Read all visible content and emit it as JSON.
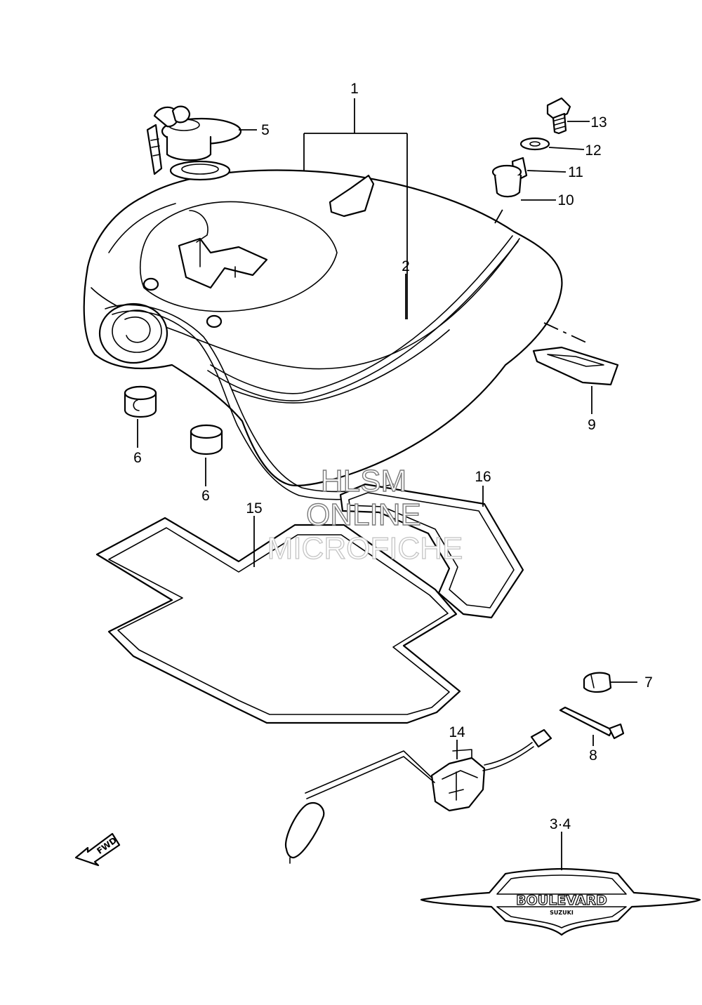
{
  "diagram": {
    "callouts": {
      "c1": "1",
      "c2": "2",
      "c34": "3·4",
      "c5": "5",
      "c6a": "6",
      "c6b": "6",
      "c7": "7",
      "c8": "8",
      "c9": "9",
      "c10": "10",
      "c11": "11",
      "c12": "12",
      "c13": "13",
      "c14": "14",
      "c15": "15",
      "c16": "16"
    },
    "watermark": {
      "line1": "HLSM",
      "line2": "ONLINE",
      "line3": "MICROFICHE"
    },
    "emblem": {
      "main": "BOULEVARD",
      "sub": "SUZUKI"
    },
    "direction": {
      "label": "FWD",
      "icon": "arrow-forward-icon"
    }
  }
}
